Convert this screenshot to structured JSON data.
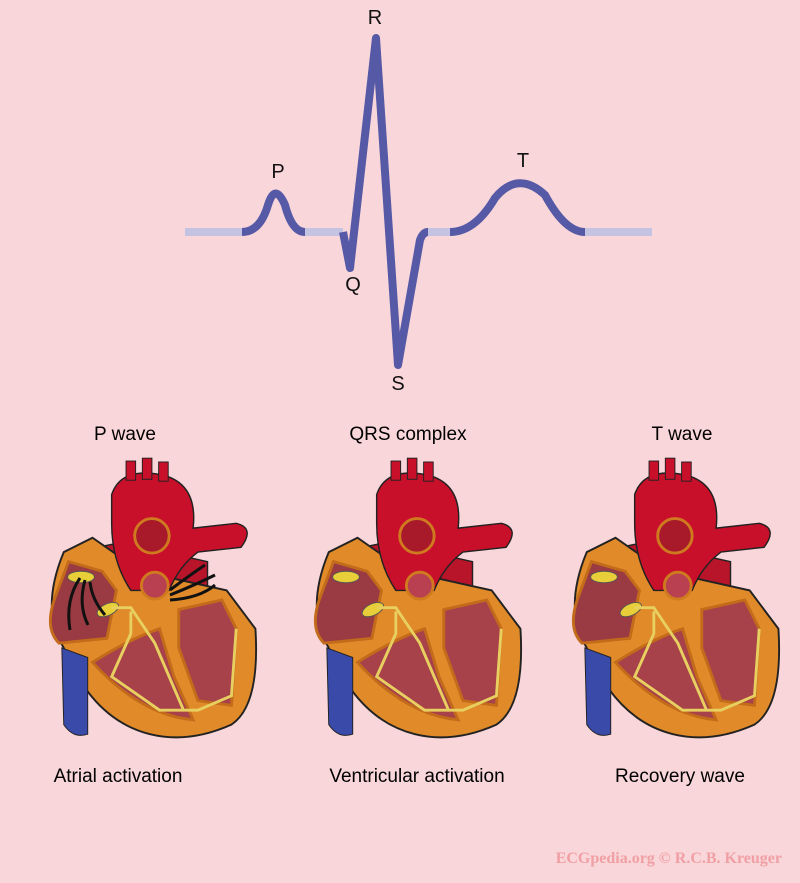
{
  "waveform": {
    "labels": {
      "p": "P",
      "q": "Q",
      "r": "R",
      "s": "S",
      "t": "T"
    },
    "colors": {
      "active": "#5559a6",
      "baseline": "#c4c4e2",
      "background": "#f9d6d9"
    }
  },
  "panels": [
    {
      "title": "P wave",
      "caption": "Atrial activation"
    },
    {
      "title": "QRS complex",
      "caption": "Ventricular activation"
    },
    {
      "title": "T wave",
      "caption": "Recovery wave"
    }
  ],
  "watermark": "ECGpedia.org © R.C.B. Kreuger"
}
